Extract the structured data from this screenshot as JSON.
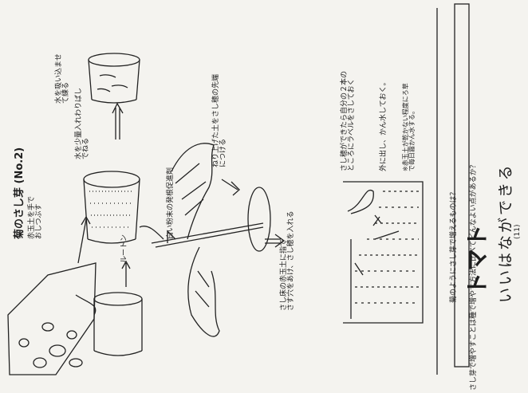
{
  "title": "菊のさし芽 (No.2)",
  "steps": {
    "soil_crush": "赤玉土を手で\nおしつぶす",
    "rooton": "ルートン",
    "water_soak": "水を吸い込ませ\nて練る",
    "mix_note": "水を少量入れわりばし\nでねる",
    "white_powder": "白い粉末の発根促進剤",
    "knead_note": "ねり上げた土をさし穂の先端\nにつける",
    "insert_note": "さし床の赤玉土に指で\nさす穴をあけ、さし穂を入れる",
    "label_note": "さし穂ができたら自分の２本の\nところにラベルをさしておく",
    "water_note": "外に出し、かん水しておく。",
    "dry_note": "※赤玉土が乾かない程度にろ草\nで毎日霧かん水する。"
  },
  "questions": {
    "q1": "菊のようにさし芽で増えるものは？",
    "q2": "さし芽で増やすことは種で増やす方法に比べてどんなよい点があるか？"
  },
  "answers": {
    "a1": "トマト",
    "a2": "いいはなができる"
  },
  "page_number": "(11)"
}
